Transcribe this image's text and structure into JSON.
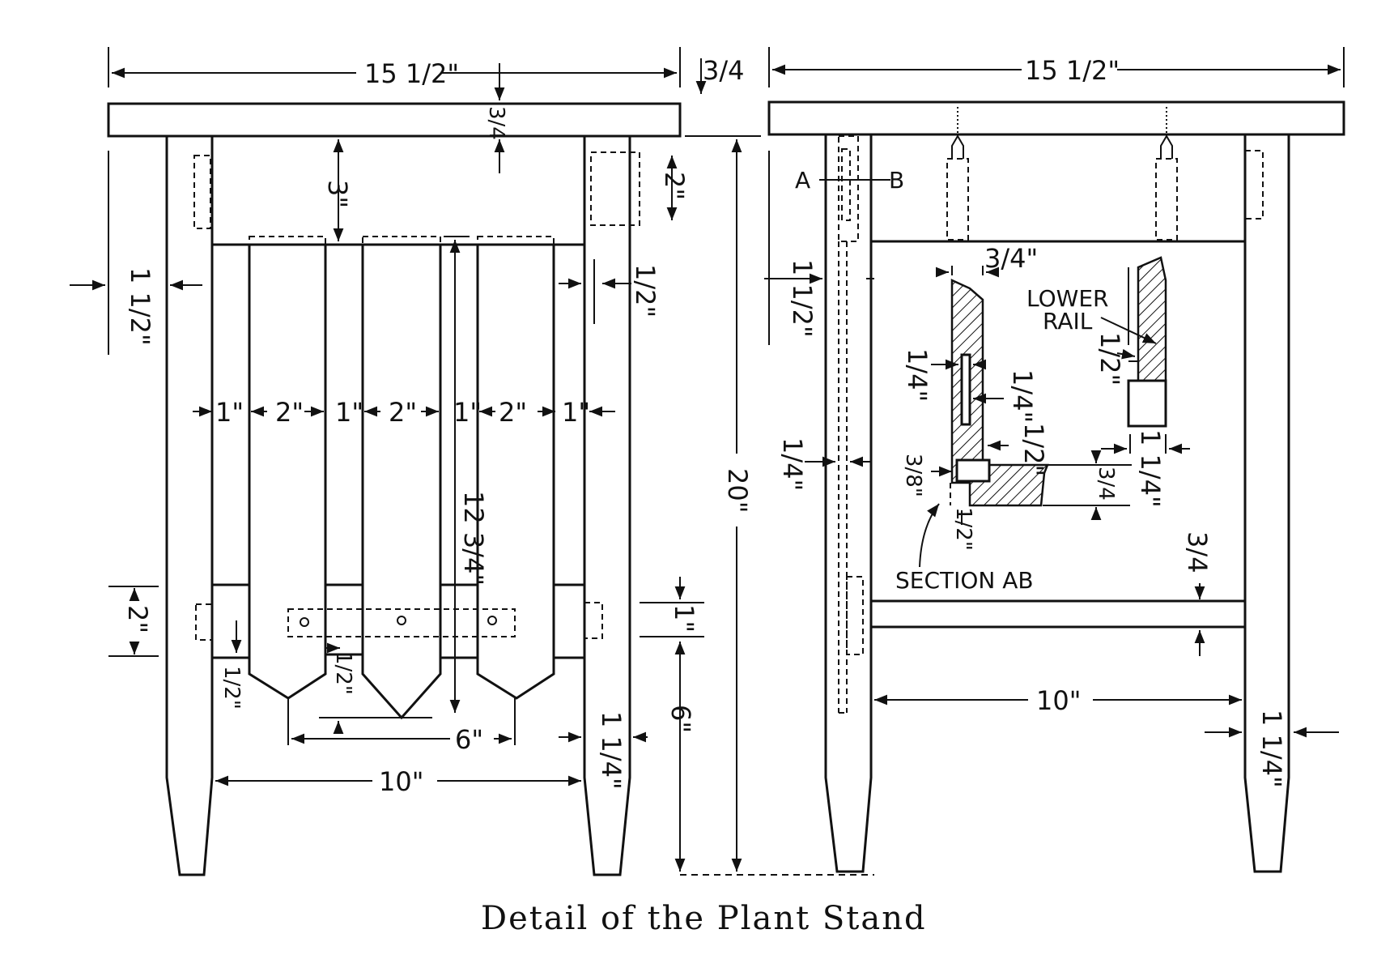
{
  "caption": "Detail of the Plant Stand",
  "front_view": {
    "top_width": "15 1/2\"",
    "top_thickness": "3/4",
    "apron_gap": "3\"",
    "leg_width": "1 1/2\"",
    "tenon_length": "2\"",
    "tenon_offset": "1/2\"",
    "slat_pattern": [
      "1\"",
      "2\"",
      "1\"",
      "2\"",
      "1\"",
      "2\"",
      "1\""
    ],
    "slat_height": "12 3/4\"",
    "lower_rail_height": "2\"",
    "point_depth": "1/2\"",
    "point_depth_center": "1/2\"",
    "rail_thickness": "1\"",
    "point_span": "6\"",
    "leg_bottom_width": "1 1/4\"",
    "foot_height": "6\"",
    "inner_width": "10\""
  },
  "side_view": {
    "top_width": "15 1/2\"",
    "top_thickness": "3/4",
    "overall_height": "20\"",
    "section_marker_a": "A",
    "section_marker_b": "B",
    "leg_width": "1 1/2\"",
    "groove_offset": "1/4\"",
    "section_width": "3/4\"",
    "groove_width": "1/4\"",
    "groove_depth": "1/4\"",
    "offset_half": "1/2\"",
    "rebate": "3/8\"",
    "bottom_half": "1/2\"",
    "bottom_thickness": "3/4",
    "section_label": "SECTION AB",
    "lower_rail_label_line1": "LOWER",
    "lower_rail_label_line2": "RAIL",
    "rail_detail_half": "1/2\"",
    "rail_detail_width": "1 1/4\"",
    "rail_thickness": "3/4",
    "inner_width": "10\"",
    "leg_bottom_width": "1 1/4\""
  }
}
